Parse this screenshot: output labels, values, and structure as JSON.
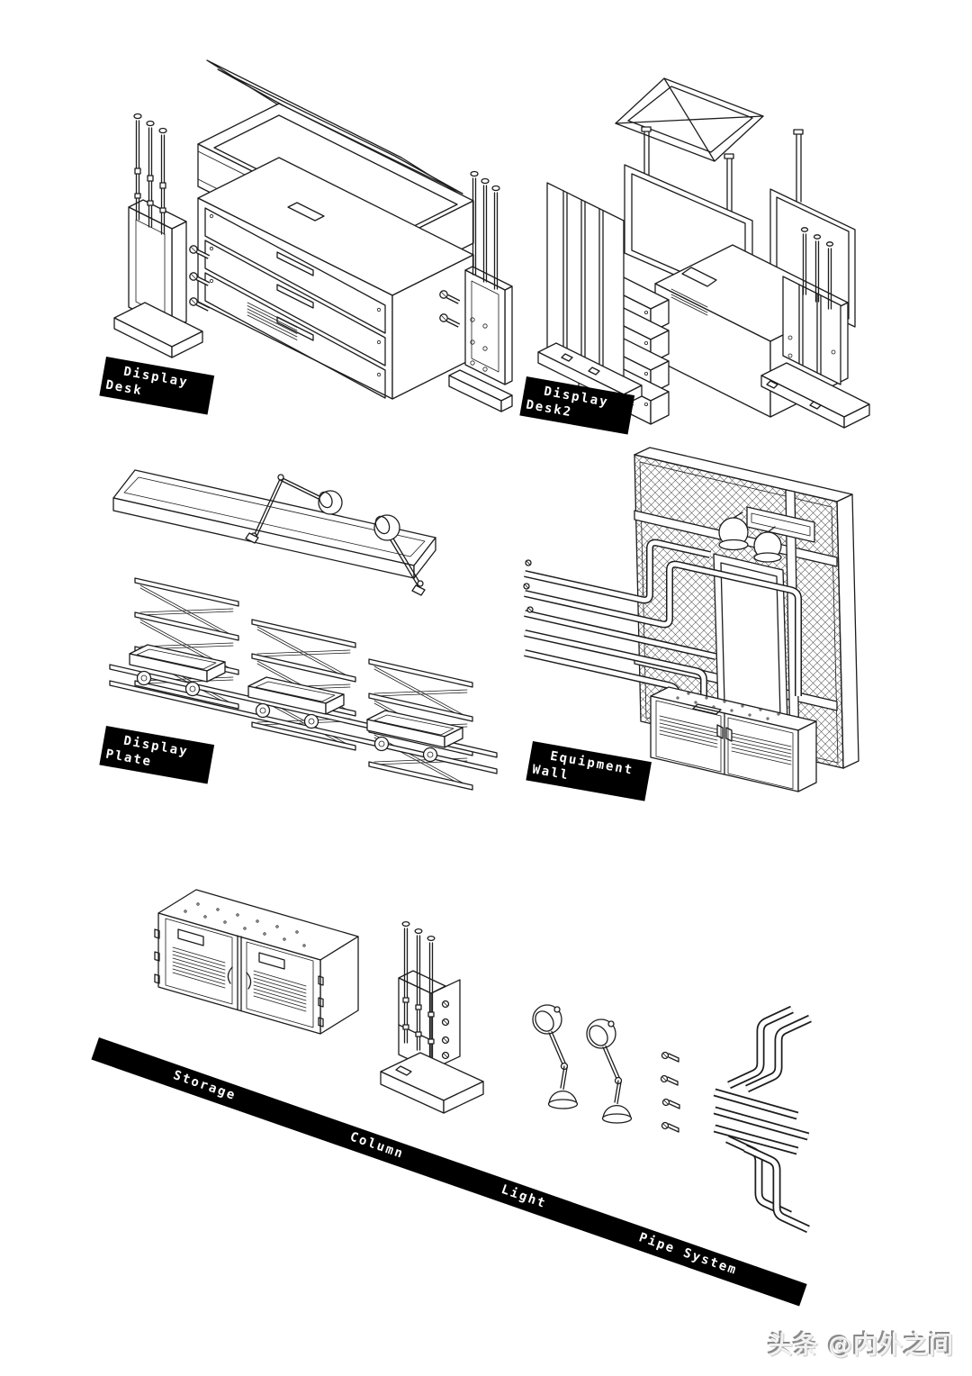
{
  "page": {
    "background": "#ffffff",
    "line_color": "#1d1d1d",
    "banner_bg": "#000000",
    "banner_text_color": "#ffffff"
  },
  "parts": [
    {
      "id": "display-desk",
      "label_line1": "Display",
      "label_line2": "Desk"
    },
    {
      "id": "display-desk2",
      "label_line1": "Display",
      "label_line2": "Desk2"
    },
    {
      "id": "display-plate",
      "label_line1": "Display",
      "label_line2": "Plate"
    },
    {
      "id": "equipment-wall",
      "label_line1": "Equipment",
      "label_line2": "Wall"
    }
  ],
  "bottom_banner": {
    "items": [
      {
        "label": "Storage"
      },
      {
        "label": "Column"
      },
      {
        "label": "Light"
      },
      {
        "label": "Pipe System"
      }
    ]
  },
  "watermark": {
    "text": "头条 @内外之间",
    "color": "#9b9b9b"
  }
}
